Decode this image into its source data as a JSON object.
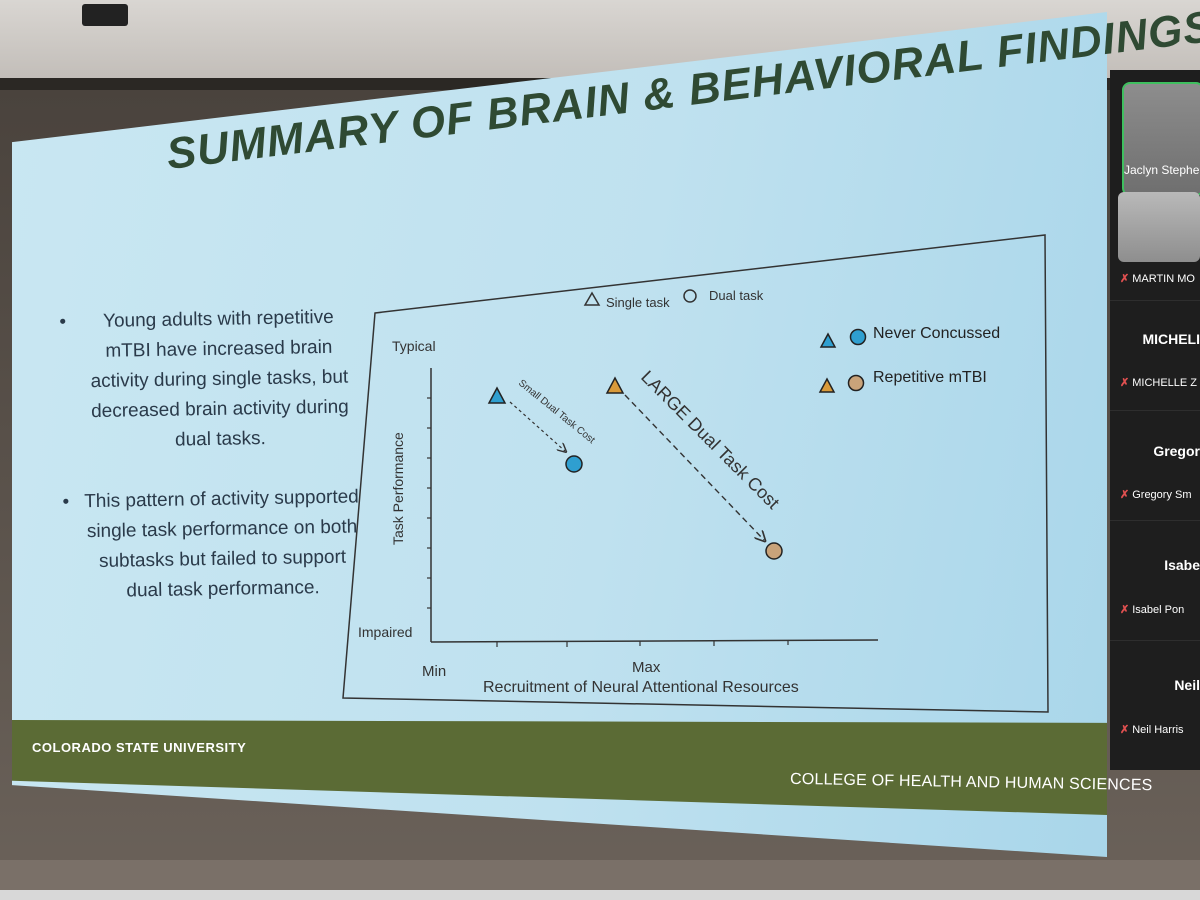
{
  "slide": {
    "title": "SUMMARY OF BRAIN & BEHAVIORAL FINDINGS",
    "bullets": [
      "Young adults with repetitive mTBI have increased brain activity during single tasks, but decreased brain activity during dual tasks.",
      "This pattern of activity supported single task performance on both subtasks but failed to support dual task performance."
    ],
    "footer_left": "COLORADO STATE UNIVERSITY",
    "footer_right": "COLLEGE OF HEALTH AND HUMAN SCIENCES"
  },
  "chart": {
    "legend_single": "Single task",
    "legend_dual": "Dual task",
    "group_never": "Never Concussed",
    "group_repetitive": "Repetitive mTBI",
    "y_label": "Task Performance",
    "y_top": "Typical",
    "y_bottom": "Impaired",
    "x_label": "Recruitment of Neural Attentional Resources",
    "x_min": "Min",
    "x_max": "Max",
    "small_cost": "Small Dual Task Cost",
    "large_cost": "LARGE Dual Task Cost",
    "colors": {
      "never": "#2f9fd0",
      "repetitive": "#d99a3a"
    }
  },
  "participants": {
    "host_name": "Jaclyn Stepher",
    "list": [
      {
        "name": "MARTIN MO",
        "sub": ""
      },
      {
        "name": "MICHELI",
        "sub": "MICHELLE Z"
      },
      {
        "name": "Gregor",
        "sub": "Gregory Sm"
      },
      {
        "name": "Isabe",
        "sub": "Isabel Pon"
      },
      {
        "name": "Neil",
        "sub": "Neil Harris"
      }
    ]
  }
}
